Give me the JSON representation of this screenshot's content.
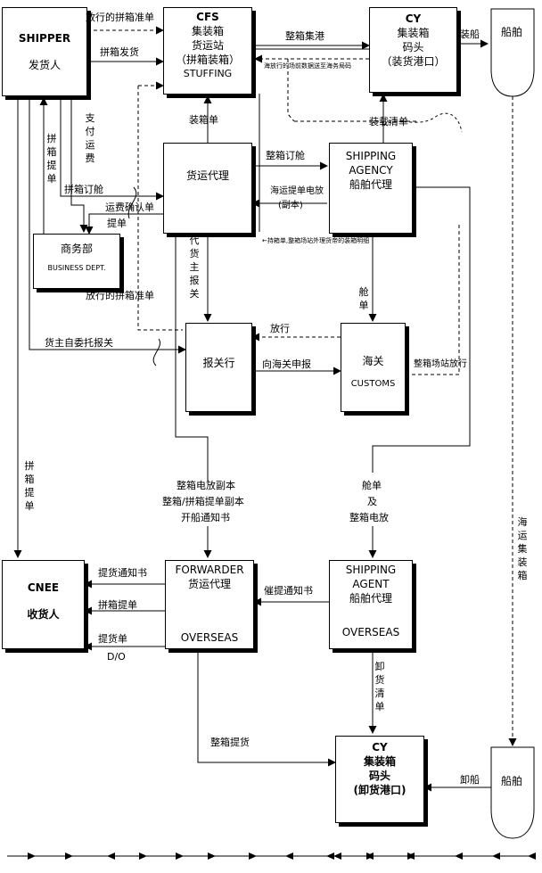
{
  "boxes": {
    "shipper": {
      "line1": "SHIPPER",
      "line2": "发货人"
    },
    "cfs": {
      "line1": "CFS",
      "line2": "集装箱",
      "line3": "货运站",
      "line4": "（拼箱装箱）",
      "line5": "STUFFING"
    },
    "cy_load": {
      "line1": "CY",
      "line2": "集装箱",
      "line3": "码头",
      "line4": "（装货港口）"
    },
    "forwarder": {
      "line1": "货运代理"
    },
    "shipping_agency": {
      "line1": "SHIPPING",
      "line2": "AGENCY",
      "line3": "船舶代理"
    },
    "business": {
      "line1": "商务部",
      "line2": "BUSINESS DEPT."
    },
    "broker": {
      "line1": "报关行"
    },
    "customs": {
      "line1": "海关",
      "line2": "CUSTOMS"
    },
    "cnee": {
      "line1": "CNEE",
      "line2": "收货人"
    },
    "forwarder_overseas": {
      "line1": "FORWARDER",
      "line2": "货运代理",
      "line3": "OVERSEAS"
    },
    "agent_overseas": {
      "line1": "SHIPPING",
      "line2": "AGENT",
      "line3": "船舶代理",
      "line4": "OVERSEAS"
    },
    "cy_unload": {
      "line1": "CY",
      "line2": "集装箱",
      "line3": "码头",
      "line4": "(卸货港口)"
    },
    "ship_top": {
      "label": "船舶"
    },
    "ship_bottom": {
      "label": "船舶"
    }
  },
  "labels": {
    "release_lcl_top": "放行的拼箱准单",
    "lcl_delivery": "拼箱发货",
    "fcl_to_port": "整箱集港",
    "loading": "装船",
    "release_info": "海放行的场前数据送至海务局码",
    "packing_list": "装箱单",
    "loading_list": "装载清单",
    "payment_freight": "支付运费",
    "lcl_bl": "拼箱提单",
    "lcl_booking": "拼箱订舱",
    "freight_confirm": "运费确认单",
    "bl": "提单",
    "fcl_booking": "整箱订舱",
    "sea_bl_release": "海运提单电放",
    "copy": "(副本)",
    "yard_note": "←持箱单,整箱场站外理货帝的装箱明细",
    "agent_customs": "代货主报关",
    "release_lcl_mid": "放行的拼箱准单",
    "manifest": "舱单",
    "release": "放行",
    "owner_customs": "货主自委托报关",
    "declare": "向海关申报",
    "yard_release": "整箱场站放行",
    "lcl_bl_left": "拼箱提单",
    "docs1": "整箱电放副本",
    "docs2": "整箱/拼箱提单副本",
    "docs3": "开船通知书",
    "manifest_fcl1": "舱单",
    "manifest_fcl2": "及",
    "manifest_fcl3": "整箱电放",
    "ocean_container": "海运集装箱",
    "pickup_notice": "提货通知书",
    "lcl_bl_cnee": "拼箱提单",
    "do_label": "提货单",
    "do_code": "D/O",
    "urge_notice": "催提通知书",
    "unload_list": "卸货清单",
    "fcl_pickup": "整箱提货",
    "unloading": "卸船"
  }
}
